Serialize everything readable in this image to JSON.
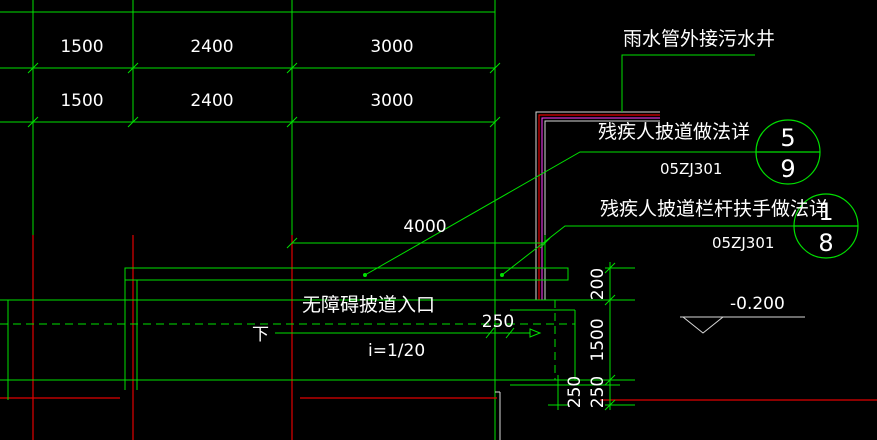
{
  "dimensions": {
    "row1": [
      "1500",
      "2400",
      "3000"
    ],
    "row2": [
      "1500",
      "2400",
      "3000"
    ],
    "ramp_length": "4000",
    "step_250": "250",
    "right_200": "200",
    "right_1500": "1500",
    "right_250a": "250",
    "right_250b": "250"
  },
  "labels": {
    "drain": "雨水管外接污水井",
    "ramp_detail": "残疾人披道做法详",
    "ramp_code": "05ZJ301",
    "railing_detail": "残疾人披道栏杆扶手做法详",
    "railing_code": "05ZJ301",
    "entrance": "无障碍披道入口",
    "direction": "下",
    "slope": "i=1/20",
    "elevation": "-0.200"
  },
  "callouts": {
    "ramp": {
      "num": "5",
      "sheet": "9"
    },
    "railing": {
      "num": "1",
      "sheet": "8"
    }
  }
}
